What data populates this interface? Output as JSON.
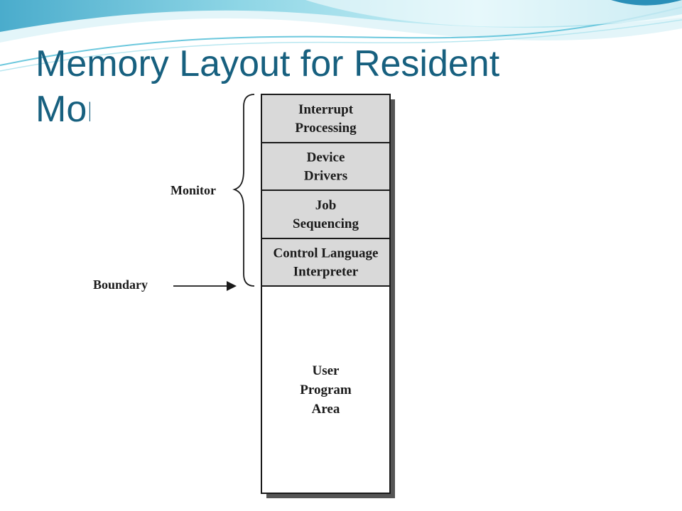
{
  "slide": {
    "title": "Memory Layout for Resident Monitor"
  },
  "diagram": {
    "segments": [
      {
        "lines": [
          "Interrupt",
          "Processing"
        ]
      },
      {
        "lines": [
          "Device",
          "Drivers"
        ]
      },
      {
        "lines": [
          "Job",
          "Sequencing"
        ]
      },
      {
        "lines": [
          "Control Language",
          "Interpreter"
        ]
      },
      {
        "lines": [
          "User",
          "Program",
          "Area"
        ]
      }
    ],
    "monitor_label": "Monitor",
    "boundary_label": "Boundary"
  },
  "colors": {
    "title": "#17607f",
    "monitor_fill": "#d9d9d9",
    "user_fill": "#ffffff",
    "shadow": "#555555",
    "swoosh_light": "#d6f1f6",
    "swoosh_mid": "#8dd7e6",
    "swoosh_dark": "#34a7c8"
  }
}
